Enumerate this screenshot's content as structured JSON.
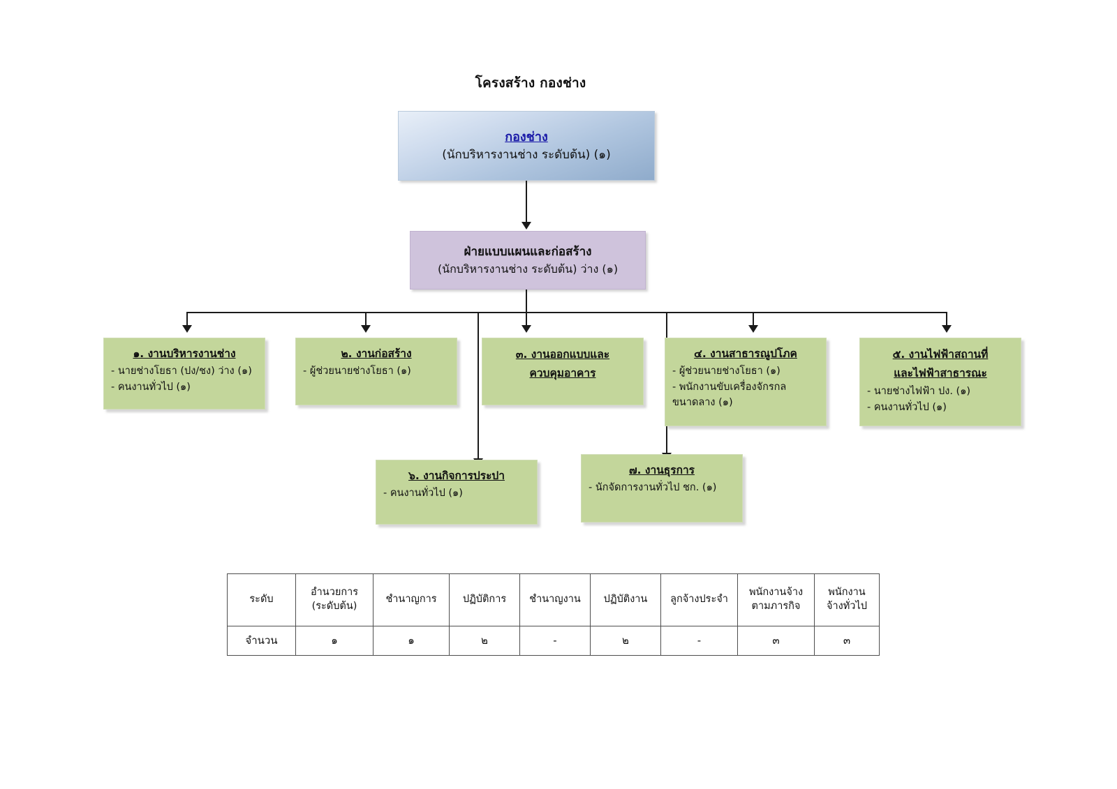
{
  "title": "โครงสร้าง กองช่าง",
  "root": {
    "name": "กองช่าง",
    "detail": "(นักบริหารงานช่าง ระดับต้น) (๑)"
  },
  "division": {
    "name": "ฝ่ายแบบแผนและก่อสร้าง",
    "detail": "(นักบริหารงานช่าง ระดับต้น) ว่าง (๑)"
  },
  "units": [
    {
      "heading": "๑. งานบริหารงานช่าง",
      "lines": [
        "- นายช่างโยธา (ปง/ชง) ว่าง (๑)",
        "- คนงานทั่วไป (๑)"
      ]
    },
    {
      "heading": "๒. งานก่อสร้าง",
      "lines": [
        "- ผู้ช่วยนายช่างโยธา (๑)"
      ]
    },
    {
      "heading_line1": "๓. งานออกแบบและ",
      "heading_line2": "ควบคุมอาคาร",
      "lines": []
    },
    {
      "heading": "๔. งานสาธารณูปโภค",
      "lines": [
        "- ผู้ช่วยนายช่างโยธา (๑)",
        "- พนักงานขับเครื่องจักรกล",
        "ขนาดลาง (๑)"
      ]
    },
    {
      "heading_line1": "๕. งานไฟฟ้าสถานที่",
      "heading_line2": "และไฟฟ้าสาธารณะ",
      "lines": [
        "- นายช่างไฟฟ้า ปง. (๑)",
        "- คนงานทั่วไป (๑)"
      ]
    },
    {
      "heading": "๖. งานกิจการประปา",
      "lines": [
        "- คนงานทั่วไป (๑)"
      ]
    },
    {
      "heading": "๗. งานธุรการ",
      "lines": [
        "- นักจัดการงานทั่วไป ชก. (๑)"
      ]
    }
  ],
  "summary": {
    "headers": [
      "ระดับ",
      "อำนวยการ\n(ระดับต้น)",
      "ชำนาญการ",
      "ปฏิบัติการ",
      "ชำนาญงาน",
      "ปฏิบัติงาน",
      "ลูกจ้างประจำ",
      "พนักงานจ้าง\nตามภารกิจ",
      "พนักงาน\nจ้างทั่วไป"
    ],
    "header_label": "ระดับ",
    "header_c1_l1": "อำนวยการ",
    "header_c1_l2": "(ระดับต้น)",
    "header_c2": "ชำนาญการ",
    "header_c3": "ปฏิบัติการ",
    "header_c4": "ชำนาญงาน",
    "header_c5": "ปฏิบัติงาน",
    "header_c6": "ลูกจ้างประจำ",
    "header_c7_l1": "พนักงานจ้าง",
    "header_c7_l2": "ตามภารกิจ",
    "header_c8_l1": "พนักงาน",
    "header_c8_l2": "จ้างทั่วไป",
    "row_label": "จำนวน",
    "values": [
      "๑",
      "๑",
      "๒",
      "-",
      "๒",
      "-",
      "๓",
      "๓"
    ]
  },
  "colors": {
    "root_fill": "#aec4de",
    "root_text": "#1a1aa8",
    "division_fill": "#cfc3dc",
    "unit_fill": "#c3d69b",
    "connector": "#1a1a1a",
    "table_border": "#4d4d4d"
  }
}
